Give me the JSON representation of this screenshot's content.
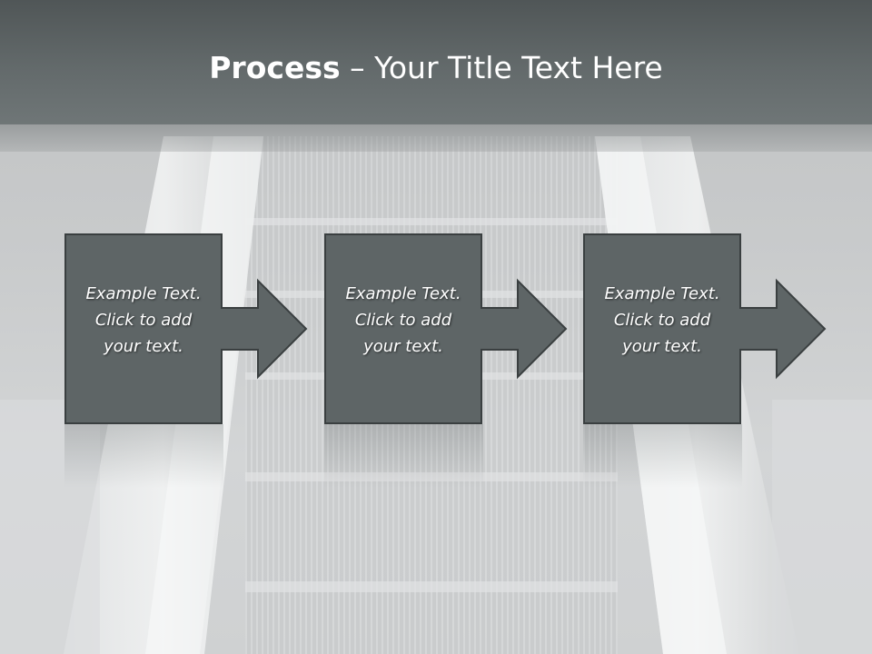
{
  "slide": {
    "title_strong": "Process",
    "title_rest": " – Your Title Text Here",
    "colors": {
      "title_bar": "#5f6667",
      "box_fill": "#5e6566",
      "box_stroke": "#3a3f40",
      "text": "#ffffff"
    },
    "steps": [
      {
        "text": "Example Text.\nClick  to add\nyour text."
      },
      {
        "text": "Example Text.\nClick  to add\nyour text."
      },
      {
        "text": "Example Text.\nClick  to add\nyour text."
      }
    ]
  }
}
